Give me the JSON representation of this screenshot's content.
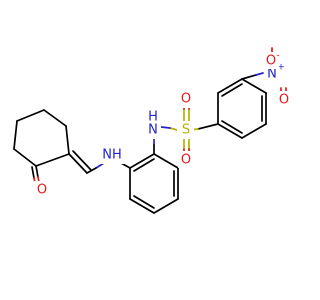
{
  "molecule": {
    "atoms": {
      "n_amide": "N",
      "n_amide_h": "H",
      "n_amine": "NH",
      "sulfur": "S",
      "o_sulfonyl_top": "O",
      "o_sulfonyl_bottom": "O",
      "n_nitro": "N",
      "n_nitro_charge": "+",
      "o_nitro_top": "O",
      "o_nitro_top_charge": "-",
      "o_nitro_right": "O",
      "o_ketone": "O"
    },
    "colors": {
      "carbon": "#000000",
      "nitrogen": "#2323c7",
      "oxygen": "#e31a1a",
      "sulfur": "#b3b300"
    }
  }
}
